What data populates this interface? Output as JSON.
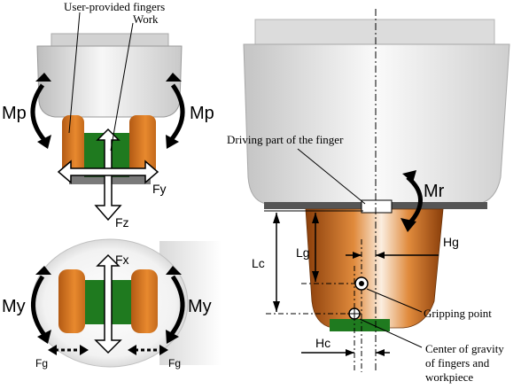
{
  "labels": {
    "user_fingers": "User-provided fingers",
    "work": "Work",
    "mp_left": "Mp",
    "mp_right": "Mp",
    "fy": "Fy",
    "fz": "Fz",
    "fx": "Fx",
    "my_left": "My",
    "my_right": "My",
    "fg_left": "Fg",
    "fg_right": "Fg",
    "driving_part": "Driving part of the finger",
    "mr": "Mr",
    "lc": "Lc",
    "lg": "Lg",
    "hg": "Hg",
    "hc": "Hc",
    "gripping_point": "Gripping point",
    "cog_line1": "Center of gravity",
    "cog_line2": "of fingers and",
    "cog_line3": "workpiece"
  },
  "colors": {
    "finger_orange": "#d9731e",
    "work_green": "#1f7a1f",
    "arrow_black": "#000000",
    "body_gray": "#e6e6e6"
  }
}
